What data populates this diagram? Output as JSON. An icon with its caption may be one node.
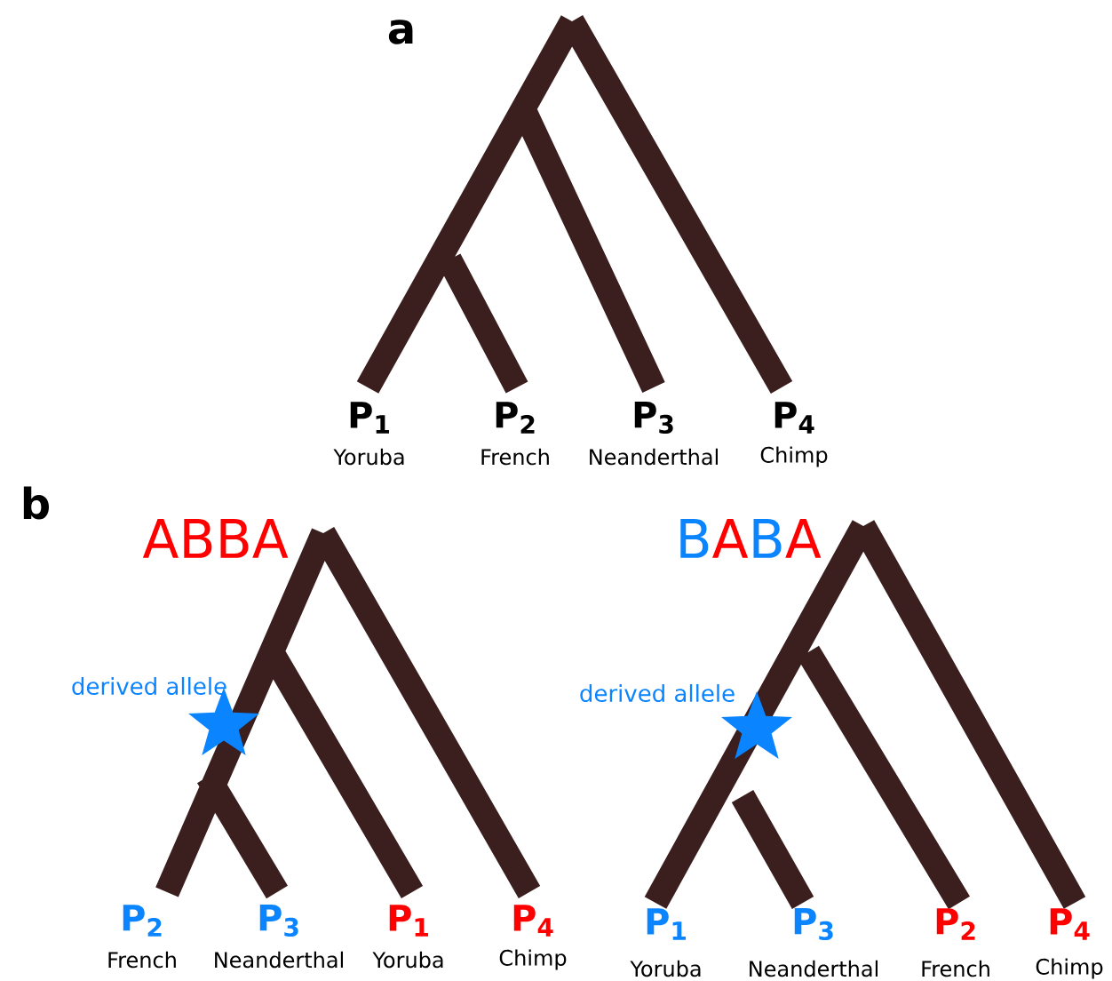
{
  "diagram": {
    "labels": [
      "a",
      "P$_{1}$",
      "Yoruba",
      "P$_{2}$",
      "French",
      "P$_{3}$",
      "Neanderthal",
      "P$_{4}$",
      "Chimp",
      "b",
      "ABBA",
      "derived allele",
      "P$_{2}$",
      "French",
      "P$_{3}$",
      "Neanderthal",
      "P$_{1}$",
      "Yoruba",
      "P$_{4}$",
      "Chimp",
      "BABA",
      "derived allele",
      "P$_{1}$",
      "Yoruba",
      "P$_{3}$",
      "Neanderthal",
      "P$_{2}$",
      "French",
      "P$_{4}$",
      "Chimp"
    ]
  }
}
